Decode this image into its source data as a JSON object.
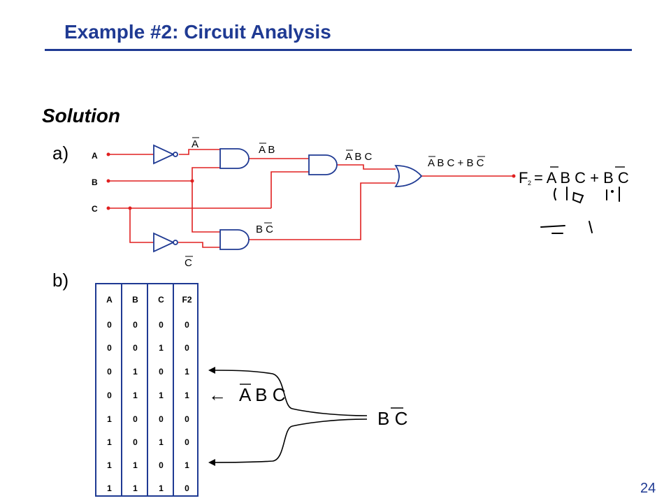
{
  "title": "Example #2: Circuit Analysis",
  "solution_label": "Solution",
  "part_a_label": "a)",
  "part_b_label": "b)",
  "page_number": "24",
  "circuit": {
    "inputs": [
      "A",
      "B",
      "C"
    ],
    "labels": {
      "not_a": "A",
      "and_ab": "A B",
      "and_abc": "A B C",
      "or_sum": "A B C + B C",
      "and_bc": "B C",
      "not_c": "C"
    },
    "output_equation": {
      "lhs": "F",
      "subscript": "2",
      "rhs": "= A B C + B C"
    }
  },
  "truth_table": {
    "headers": [
      "A",
      "B",
      "C",
      "F2"
    ],
    "rows": [
      [
        "0",
        "0",
        "0",
        "0"
      ],
      [
        "0",
        "0",
        "1",
        "0"
      ],
      [
        "0",
        "1",
        "0",
        "1"
      ],
      [
        "0",
        "1",
        "1",
        "1"
      ],
      [
        "1",
        "0",
        "0",
        "0"
      ],
      [
        "1",
        "0",
        "1",
        "0"
      ],
      [
        "1",
        "1",
        "0",
        "1"
      ],
      [
        "1",
        "1",
        "1",
        "0"
      ]
    ]
  },
  "annotations": {
    "abc_term": "A B C",
    "bc_term": "B C",
    "arrow_glyph": "←"
  },
  "colors": {
    "title": "#1f3a93",
    "wire": "#e02020",
    "gate": "#1f3a93",
    "ink": "#000000"
  }
}
